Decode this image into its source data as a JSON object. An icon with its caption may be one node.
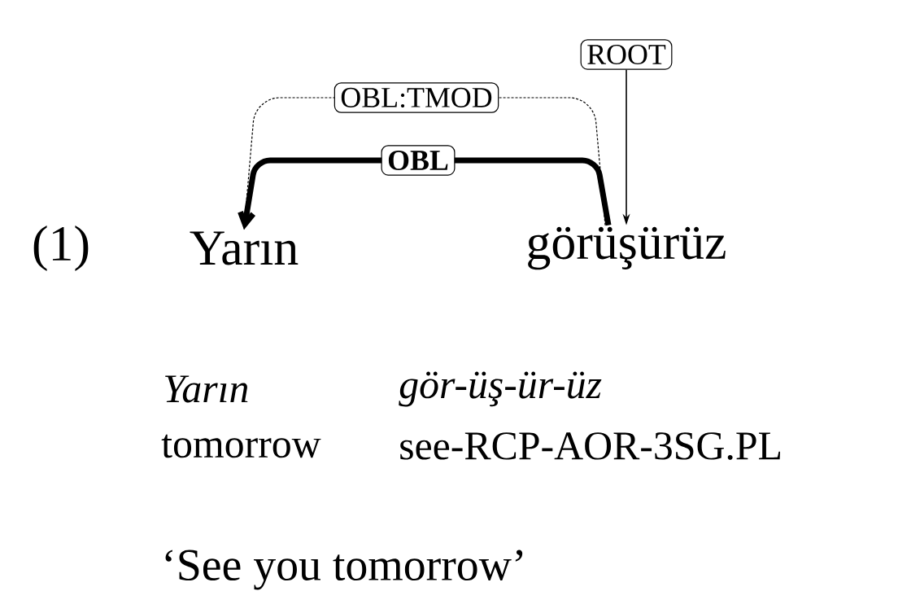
{
  "diagram": {
    "nodes": [
      {
        "text": [
          "Yarın"
        ]
      },
      {
        "text": [
          "görüşürüz"
        ]
      },
      {
        "text": [
          "ROOT"
        ]
      }
    ],
    "edges": [
      {
        "from": 1,
        "to": 0,
        "arrow": "to",
        "label": "**OBL**",
        "style": "thick"
      },
      {
        "from": 1,
        "to": 0,
        "arrow": "to",
        "label": "OBL:TMOD",
        "style": "dashed"
      },
      {
        "from": 2,
        "to": 1,
        "arrow": "to"
      }
    ],
    "labels": [
      "(1)",
      "Yarın",
      "gör-üş-ür-üz",
      "tomorrow",
      "see-RCP-AOR-3SG.PL",
      "‘See you tomorrow’"
    ]
  }
}
